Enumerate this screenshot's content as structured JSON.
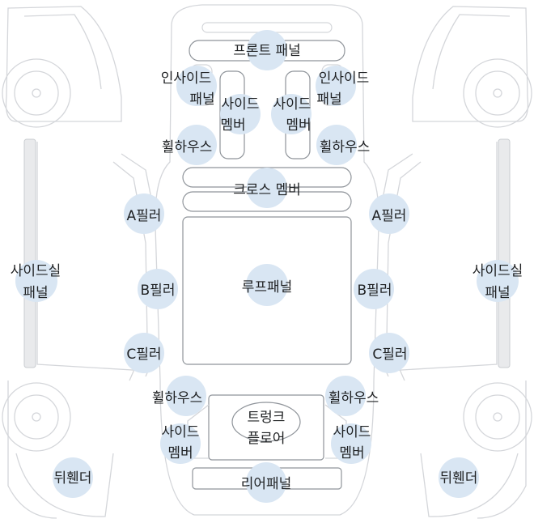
{
  "colors": {
    "marker": "#d9e6f3",
    "outline": "#d4d6da",
    "part_stroke": "#8f949a",
    "text": "#1f2123"
  },
  "labels": {
    "front_panel": [
      "프론트 패널"
    ],
    "inside_panel_left": [
      "인사이드",
      "패널"
    ],
    "inside_panel_right": [
      "인사이드",
      "패널"
    ],
    "side_member_front_left": [
      "사이드",
      "멤버"
    ],
    "side_member_front_right": [
      "사이드",
      "멤버"
    ],
    "wheel_house_front_left": [
      "휠하우스"
    ],
    "wheel_house_front_right": [
      "휠하우스"
    ],
    "cross_member": [
      "크로스 멤버"
    ],
    "a_pillar_left": [
      "A필러"
    ],
    "a_pillar_right": [
      "A필러"
    ],
    "roof_panel": [
      "루프패널"
    ],
    "side_sill_panel_left": [
      "사이드실",
      "패널"
    ],
    "side_sill_panel_right": [
      "사이드실",
      "패널"
    ],
    "b_pillar_left": [
      "B필러"
    ],
    "b_pillar_right": [
      "B필러"
    ],
    "c_pillar_left": [
      "C필러"
    ],
    "c_pillar_right": [
      "C필러"
    ],
    "wheel_house_rear_left": [
      "휠하우스"
    ],
    "wheel_house_rear_right": [
      "휠하우스"
    ],
    "trunk_floor": [
      "트렁크",
      "플로어"
    ],
    "side_member_rear_left": [
      "사이드",
      "멤버"
    ],
    "side_member_rear_right": [
      "사이드",
      "멤버"
    ],
    "rear_panel": [
      "리어패널"
    ],
    "rear_fender_left": [
      "뒤휀더"
    ],
    "rear_fender_right": [
      "뒤휀더"
    ]
  }
}
